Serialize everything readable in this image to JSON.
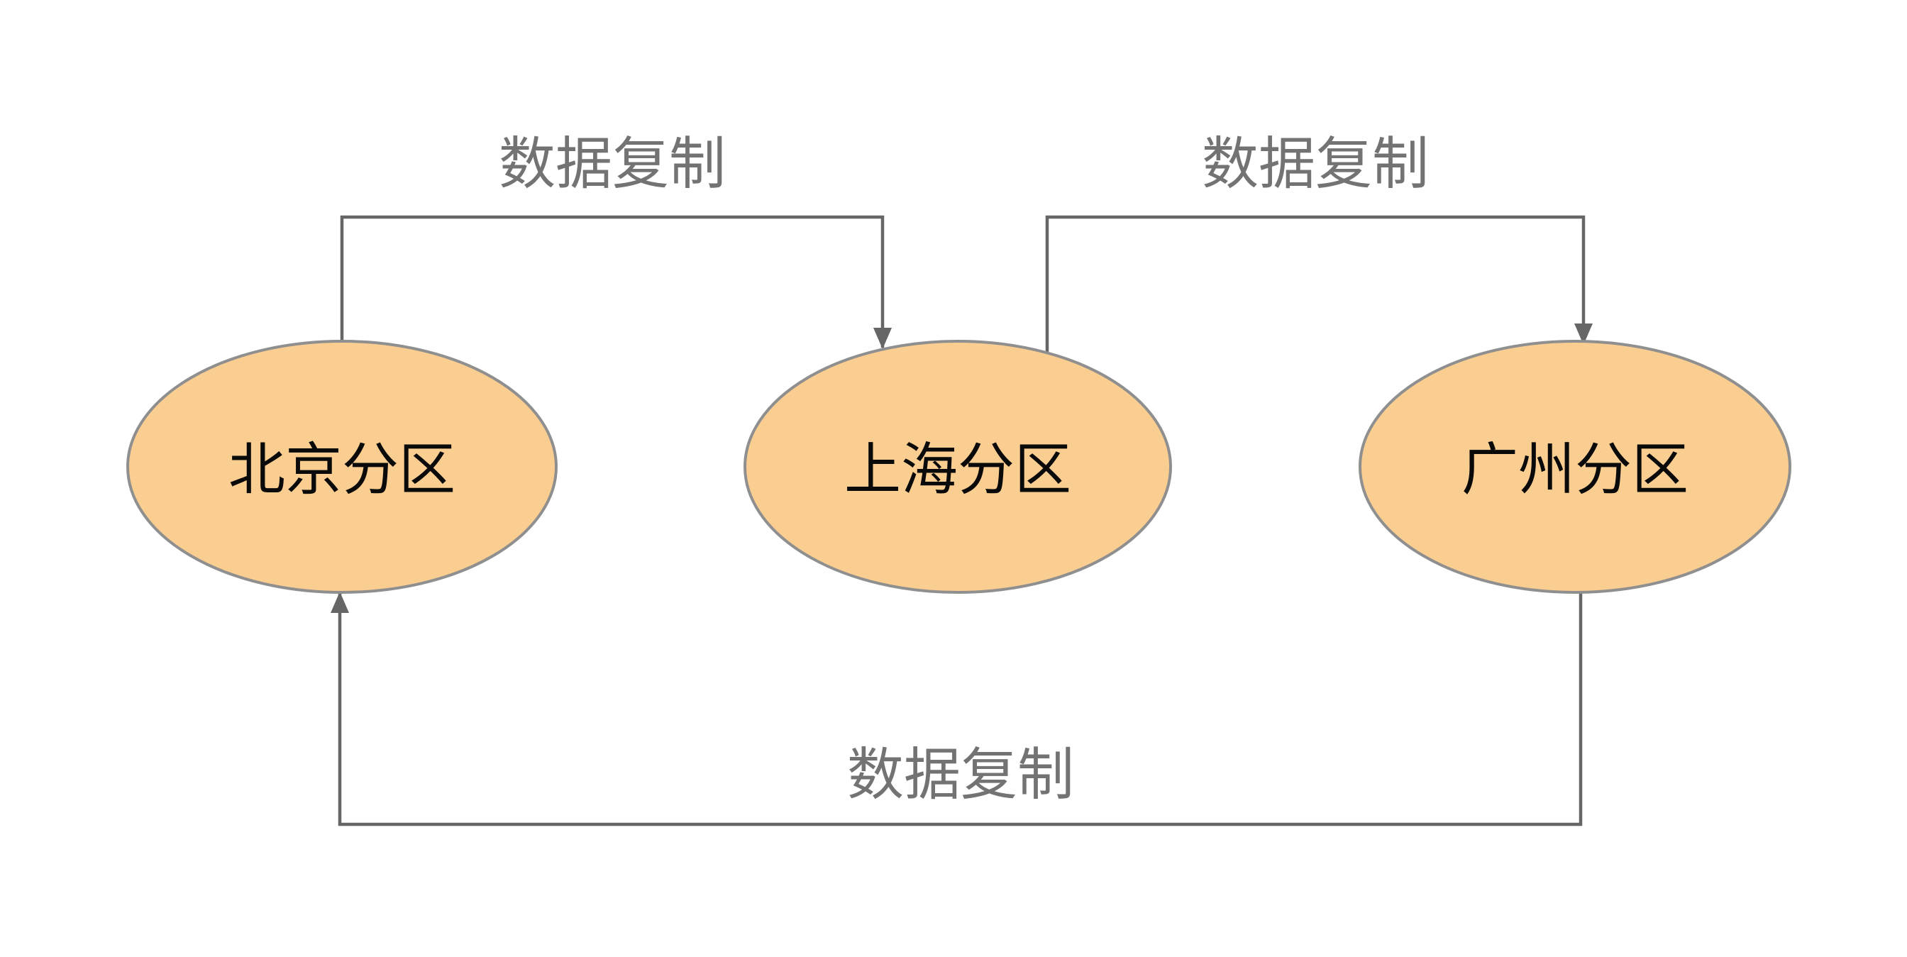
{
  "diagram": {
    "type": "replication-topology",
    "nodes": [
      {
        "id": "beijing",
        "label": "北京分区"
      },
      {
        "id": "shanghai",
        "label": "上海分区"
      },
      {
        "id": "guangzhou",
        "label": "广州分区"
      }
    ],
    "edges": [
      {
        "from": "beijing",
        "to": "shanghai",
        "label": "数据复制"
      },
      {
        "from": "shanghai",
        "to": "guangzhou",
        "label": "数据复制"
      },
      {
        "from": "guangzhou",
        "to": "beijing",
        "label": "数据复制"
      }
    ],
    "colors": {
      "background": "#ffffff",
      "node_fill": "#FACD91",
      "node_border": "#8F8F8F",
      "node_text": "#0a0a0a",
      "edge_line": "#666666",
      "edge_label_text": "#737373"
    }
  }
}
